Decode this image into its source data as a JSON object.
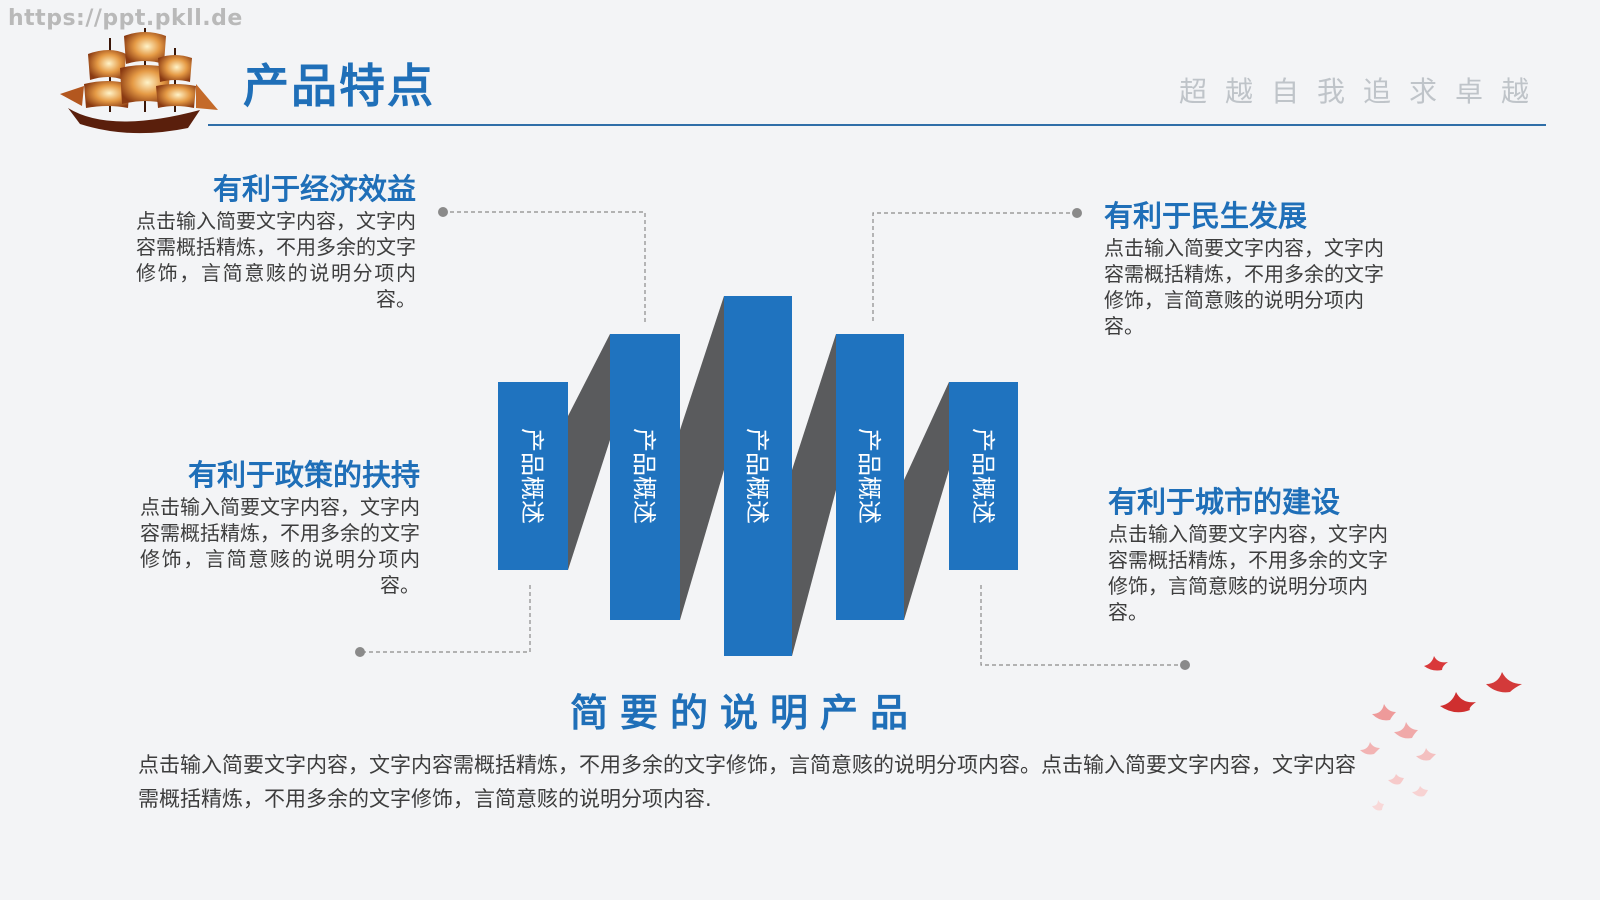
{
  "watermark": "https://ppt.pkll.de",
  "header": {
    "title": "产品特点",
    "slogan": "超越自我追求卓越"
  },
  "features": [
    {
      "title": "有利于经济效益",
      "text": "点击输入简要文字内容，文字内容需概括精炼，不用多余的文字修饰，言简意赅的说明分项内容。"
    },
    {
      "title": "有利于政策的扶持",
      "text": "点击输入简要文字内容，文字内容需概括精炼，不用多余的文字修饰，言简意赅的说明分项内容。"
    },
    {
      "title": "有利于民生发展",
      "text": "点击输入简要文字内容，文字内容需概括精炼，不用多余的文字修饰，言简意赅的说明分项内容。"
    },
    {
      "title": "有利于城市的建设",
      "text": "点击输入简要文字内容，文字内容需概括精炼，不用多余的文字修饰，言简意赅的说明分项内容。"
    }
  ],
  "bars": [
    {
      "label": "产品概述"
    },
    {
      "label": "产品概述"
    },
    {
      "label": "产品概述"
    },
    {
      "label": "产品概述"
    },
    {
      "label": "产品概述"
    }
  ],
  "center": {
    "title": "简要的说明产品",
    "text": "点击输入简要文字内容，文字内容需概括精炼，不用多余的文字修饰，言简意赅的说明分项内容。点击输入简要文字内容，文字内容需概括精炼，不用多余的文字修饰，言简意赅的说明分项内容."
  },
  "colors": {
    "accent": "#1f73bf",
    "fold": "#5a5b5d",
    "connector": "#8a8a8a"
  },
  "icons": [
    "sailing-ship-icon",
    "flying-birds-icon"
  ]
}
